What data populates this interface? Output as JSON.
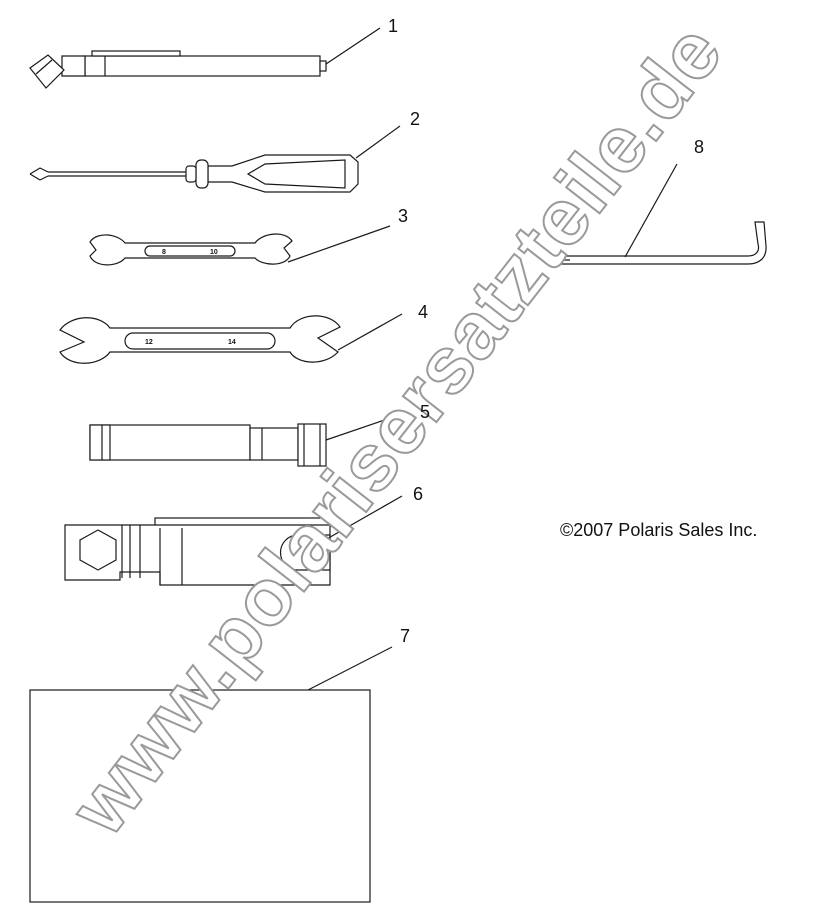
{
  "callouts": [
    "1",
    "2",
    "3",
    "4",
    "5",
    "6",
    "7",
    "8"
  ],
  "parts": [
    {
      "callout": "1",
      "icon": "spark-plug-wrench-icon"
    },
    {
      "callout": "2",
      "icon": "screwdriver-icon"
    },
    {
      "callout": "3",
      "icon": "open-end-wrench-small-icon",
      "sizes": [
        "8",
        "10"
      ]
    },
    {
      "callout": "4",
      "icon": "open-end-wrench-large-icon",
      "sizes": [
        "12",
        "14"
      ]
    },
    {
      "callout": "5",
      "icon": "socket-extension-icon"
    },
    {
      "callout": "6",
      "icon": "combination-tool-icon"
    },
    {
      "callout": "7",
      "icon": "tool-pouch-icon"
    },
    {
      "callout": "8",
      "icon": "hex-key-icon"
    }
  ],
  "copyright": "©2007 Polaris Sales Inc.",
  "watermark": "www.polarisersatzteile.de"
}
